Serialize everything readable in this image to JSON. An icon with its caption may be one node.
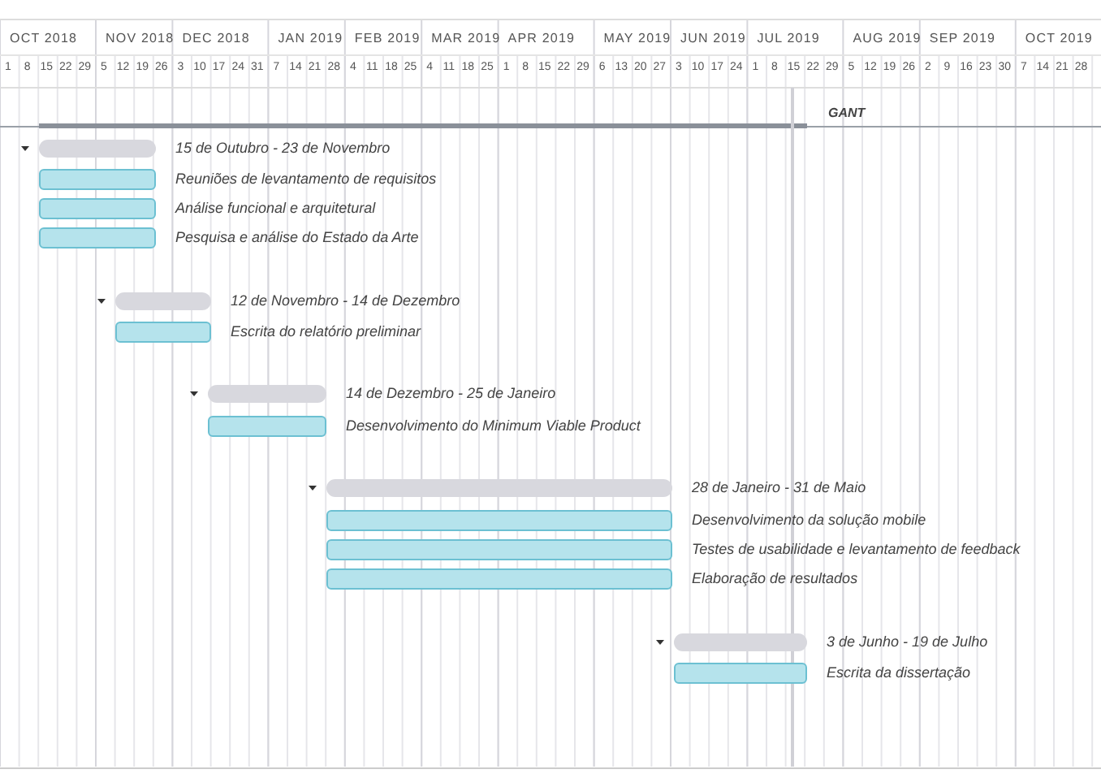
{
  "diagram": {
    "nodes": [
      {
        "text": [],
        "shape": "bar",
        "beside": [
          "15 de Outubro - 23 de Novembro"
        ]
      },
      {
        "text": [],
        "shape": "bar",
        "beside": [
          "Reuniões de levantamento de requisitos"
        ]
      },
      {
        "text": [],
        "shape": "bar",
        "beside": [
          "Análise funcional e arquitetural"
        ]
      },
      {
        "text": [],
        "shape": "bar",
        "beside": [
          "Pesquisa e análise do Estado da Arte"
        ]
      },
      {
        "text": [],
        "shape": "bar",
        "beside": [
          "12 de Novembro - 14 de Dezembro"
        ]
      },
      {
        "text": [],
        "shape": "bar",
        "beside": [
          "Escrita do relatório preliminar"
        ]
      },
      {
        "text": [],
        "shape": "bar",
        "beside": [
          "14 de Dezembro - 25 de Janeiro"
        ]
      },
      {
        "text": [],
        "shape": "bar",
        "beside": [
          "Desenvolvimento do Minimum Viable Product"
        ]
      },
      {
        "text": [],
        "shape": "bar",
        "beside": [
          "28 de Janeiro - 31 de Maio"
        ]
      },
      {
        "text": [],
        "shape": "bar",
        "beside": [
          "Desenvolvimento da solução mobile"
        ]
      },
      {
        "text": [],
        "shape": "bar",
        "beside": [
          "Testes de usabilidade e levantamento de feedback"
        ]
      },
      {
        "text": [],
        "shape": "bar",
        "beside": [
          "Elaboração de resultados"
        ]
      },
      {
        "text": [],
        "shape": "bar",
        "beside": [
          "3 de Junho - 19 de Julho"
        ]
      },
      {
        "text": [],
        "shape": "bar",
        "beside": [
          "Escrita da dissertação"
        ]
      }
    ],
    "labels": [
      "OCT 2018",
      "NOV 2018",
      "DEC 2018",
      "JAN 2019",
      "FEB 2019",
      "MAR 2019",
      "APR 2019",
      "MAY 2019",
      "JUN 2019",
      "JUL 2019",
      "AUG 2019",
      "SEP 2019",
      "OCT 2019",
      "1",
      "8",
      "15",
      "22",
      "29",
      "5",
      "12",
      "19",
      "26",
      "3",
      "10",
      "17",
      "24",
      "31",
      "7",
      "14",
      "21",
      "28",
      "4",
      "11",
      "18",
      "25",
      "4",
      "11",
      "18",
      "25",
      "1",
      "8",
      "15",
      "22",
      "29",
      "6",
      "13",
      "20",
      "27",
      "3",
      "10",
      "17",
      "24",
      "1",
      "8",
      "15",
      "22",
      "29",
      "5",
      "12",
      "19",
      "26",
      "2",
      "9",
      "16",
      "23",
      "30",
      "7",
      "14",
      "21",
      "28",
      "GANT"
    ]
  }
}
